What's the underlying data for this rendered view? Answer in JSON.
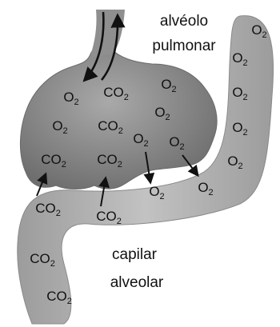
{
  "labels": {
    "alveolus_line1": "alvéolo",
    "alveolus_line2": "pulmonar",
    "capillary_line1": "capilar",
    "capillary_line2": "alveolar"
  },
  "molecules": {
    "o2": {
      "base": "O",
      "sub": "2"
    },
    "co2": {
      "base": "CO",
      "sub": "2"
    }
  },
  "colors": {
    "alveolus_fill": "#8a8a8a",
    "capillary_fill": "#b2b2b2",
    "arrow": "#111111",
    "text": "#111111"
  }
}
